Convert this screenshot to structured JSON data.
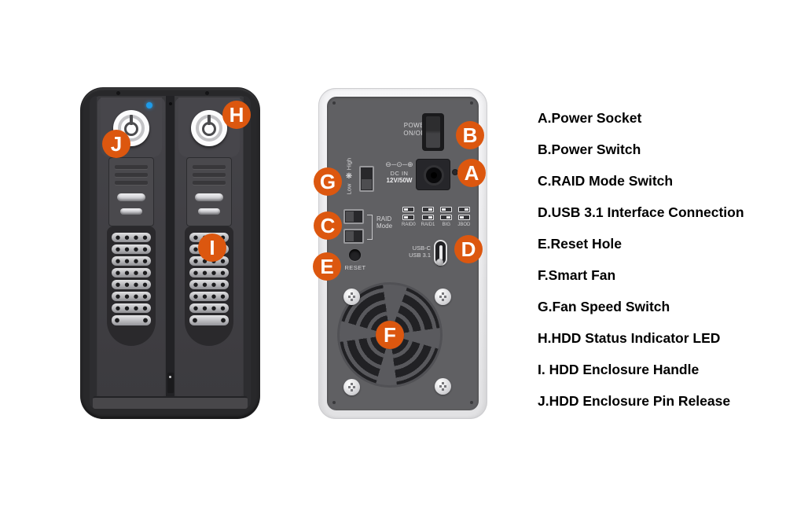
{
  "colors": {
    "accent_orange": "#DC570F",
    "led_blue": "#1E9BE9",
    "front_body": "#28282A",
    "rear_panel": "#606063",
    "rear_casing": "#ECECEE",
    "legend_text": "#000000"
  },
  "legend": {
    "items": [
      {
        "text": "A.Power Socket"
      },
      {
        "text": "B.Power Switch"
      },
      {
        "text": "C.RAID Mode Switch"
      },
      {
        "text": "D.USB 3.1 Interface Connection"
      },
      {
        "text": "E.Reset Hole"
      },
      {
        "text": "F.Smart Fan"
      },
      {
        "text": "G.Fan Speed Switch"
      },
      {
        "text": "H.HDD Status Indicator LED"
      },
      {
        "text": "I. HDD Enclosure Handle"
      },
      {
        "text": "J.HDD Enclosure Pin Release"
      }
    ]
  },
  "badges": [
    {
      "letter": "A"
    },
    {
      "letter": "B"
    },
    {
      "letter": "C"
    },
    {
      "letter": "D"
    },
    {
      "letter": "E"
    },
    {
      "letter": "F"
    },
    {
      "letter": "G"
    },
    {
      "letter": "H"
    },
    {
      "letter": "I"
    },
    {
      "letter": "J"
    }
  ],
  "rear": {
    "power_label_line1": "POWER",
    "power_label_line2": "ON/OFF",
    "polarity_symbol": "⊖─⊙─⊕",
    "dc_in": "DC IN",
    "dc_power": "12V/50W",
    "fan_high": "High",
    "fan_low": "Low",
    "fan_icon": "❋",
    "raid_line1": "RAID",
    "raid_line2": "Mode",
    "dip_modes": [
      {
        "label": "RAID0",
        "switches": [
          "left",
          "left"
        ]
      },
      {
        "label": "RAID1",
        "switches": [
          "right",
          "right"
        ]
      },
      {
        "label": "BIG",
        "switches": [
          "left",
          "right"
        ]
      },
      {
        "label": "JBOD",
        "switches": [
          "right",
          "left"
        ]
      }
    ],
    "usbc_line1": "USB-C",
    "usbc_line2": "USB 3.1",
    "reset_label": "RESET"
  }
}
